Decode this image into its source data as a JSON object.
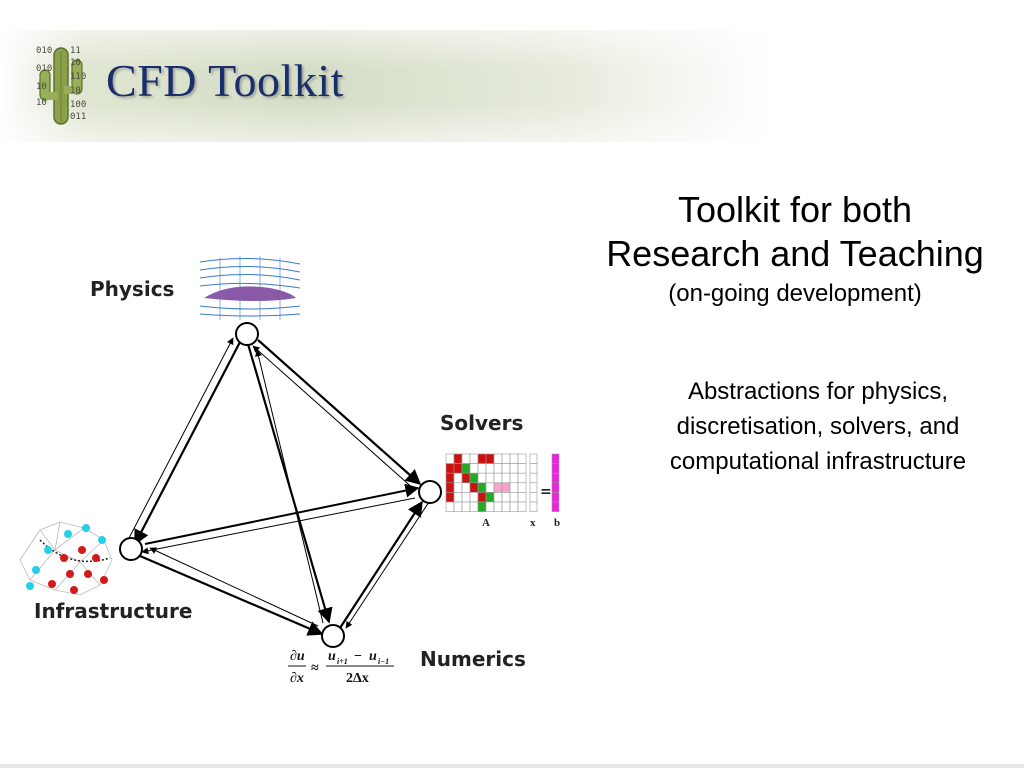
{
  "header": {
    "title": "CFD Toolkit",
    "logo_digits": [
      "010",
      "11",
      "10",
      "010",
      "110",
      "10",
      "10",
      "10",
      "100",
      "011"
    ]
  },
  "right_panel": {
    "heading_line1": "Toolkit for both",
    "heading_line2": "Research and Teaching",
    "subheading": "(on-going development)",
    "body": "Abstractions for physics, discretisation, solvers, and computational infrastructure"
  },
  "diagram": {
    "labels": {
      "physics": "Physics",
      "solvers": "Solvers",
      "infrastructure": "Infrastructure",
      "numerics": "Numerics"
    },
    "matrix_labels": {
      "a": "A",
      "x": "x",
      "b": "b",
      "equals": "="
    },
    "formula": {
      "lhs_num": "∂u",
      "lhs_den": "∂x",
      "approx": "≈",
      "rhs_num": "u",
      "rhs_sub1": "i+1",
      "minus": "−",
      "rhs_num2": "u",
      "rhs_sub2": "i−1",
      "rhs_den": "2Δx"
    }
  },
  "colors": {
    "title": "#1a2e6b",
    "matrix_red": "#cc1111",
    "matrix_green": "#22aa22",
    "matrix_pink": "#f2a6c8",
    "vector_magenta": "#ee22dd",
    "airfoil": "#8a5aa8",
    "streamline": "#3a7ad0",
    "mesh_red": "#d31a1a",
    "mesh_cyan": "#22d0e8"
  }
}
